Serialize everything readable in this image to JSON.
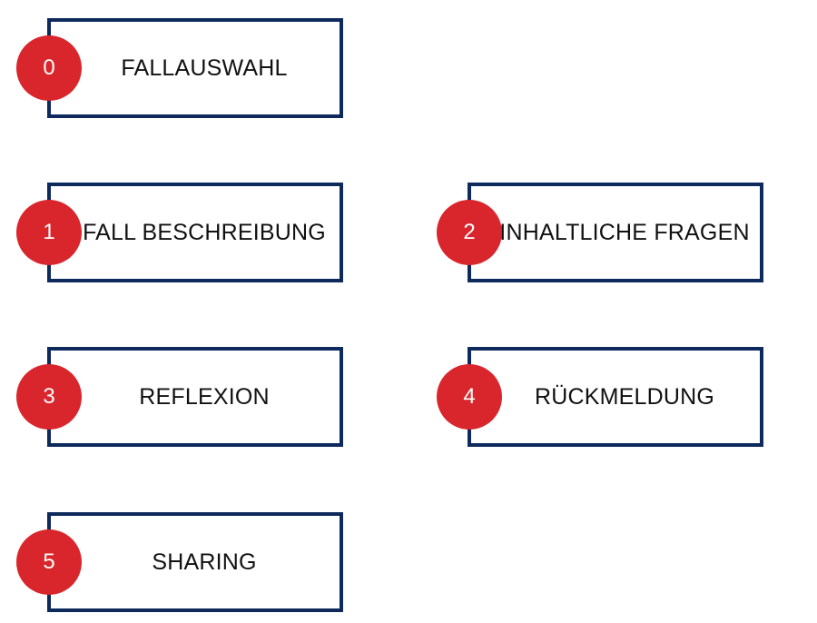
{
  "steps": [
    {
      "number": "0",
      "label": "FALLAUSWAHL"
    },
    {
      "number": "1",
      "label": "FALL BESCHREIBUNG"
    },
    {
      "number": "2",
      "label": "INHALTLICHE FRAGEN"
    },
    {
      "number": "3",
      "label": "REFLEXION"
    },
    {
      "number": "4",
      "label": "RÜCKMELDUNG"
    },
    {
      "number": "5",
      "label": "SHARING"
    }
  ],
  "colors": {
    "badge": "#d9262c",
    "border": "#0e2a5c",
    "text": "#111111"
  }
}
